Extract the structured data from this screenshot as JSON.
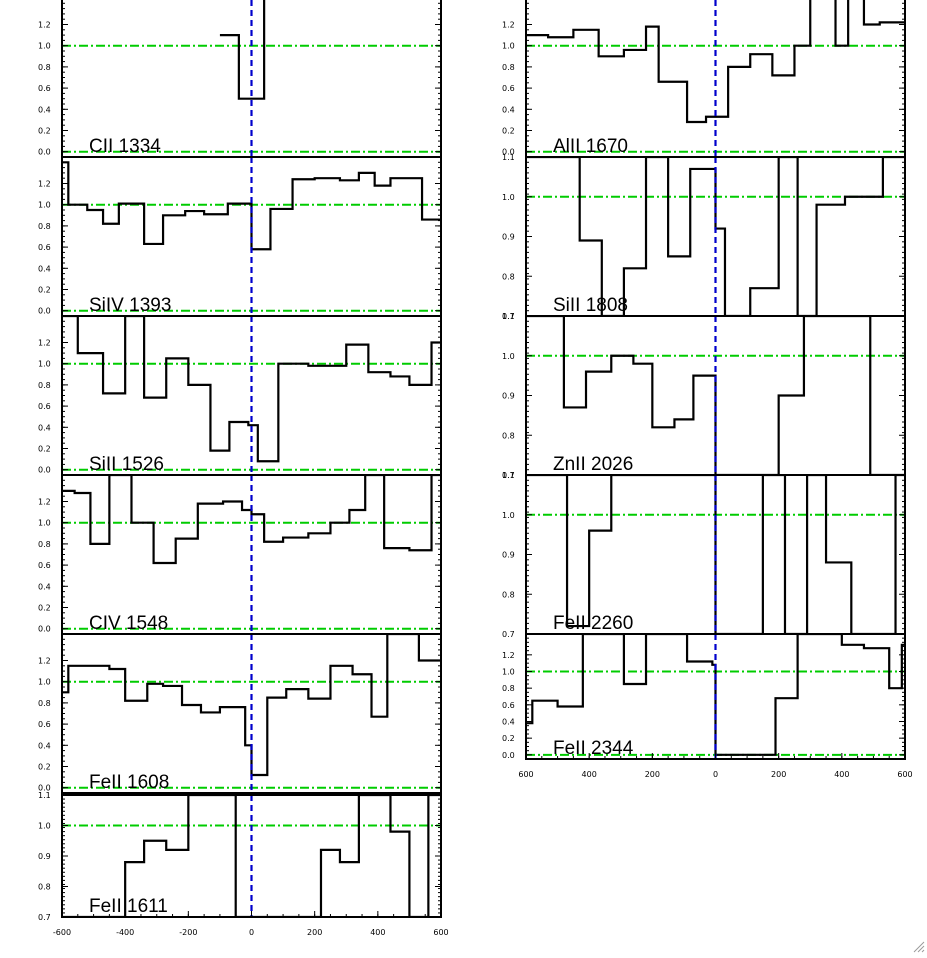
{
  "chart_data": [
    {
      "type": "line",
      "label": "CII 1334",
      "xlim": [
        -600,
        600
      ],
      "ylim": [
        -0.05,
        1.45
      ],
      "yticks": [
        "0.0",
        "0.2",
        "0.4",
        "0.6",
        "0.8",
        "1.0",
        "1.2"
      ],
      "xticks": [],
      "step_x": [
        -600,
        -500,
        -400,
        -300,
        -200,
        -100,
        -40,
        0,
        40,
        100,
        600
      ],
      "step_y": [
        null,
        null,
        null,
        null,
        null,
        1.1,
        0.5,
        0.5,
        1.6,
        null,
        null
      ]
    },
    {
      "type": "line",
      "label": "SiIV 1393",
      "xlim": [
        -600,
        600
      ],
      "ylim": [
        -0.05,
        1.45
      ],
      "yticks": [
        "0.0",
        "0.2",
        "0.4",
        "0.6",
        "0.8",
        "1.0",
        "1.2"
      ],
      "xticks": [],
      "step_x": [
        -600,
        -580,
        -520,
        -470,
        -420,
        -340,
        -280,
        -210,
        -150,
        -75,
        0,
        60,
        130,
        200,
        280,
        340,
        390,
        440,
        540,
        570,
        600
      ],
      "step_y": [
        1.4,
        1.0,
        0.95,
        0.82,
        1.01,
        0.63,
        0.9,
        0.94,
        0.91,
        1.01,
        0.58,
        0.96,
        1.24,
        1.25,
        1.23,
        1.3,
        1.18,
        1.25,
        0.86,
        0.86
      ]
    },
    {
      "type": "line",
      "label": "SiII 1526",
      "xlim": [
        -600,
        600
      ],
      "ylim": [
        -0.05,
        1.45
      ],
      "yticks": [
        "0.0",
        "0.2",
        "0.4",
        "0.6",
        "0.8",
        "1.0",
        "1.2"
      ],
      "xticks": [],
      "step_x": [
        -600,
        -550,
        -470,
        -400,
        -340,
        -270,
        -200,
        -130,
        -70,
        -10,
        20,
        85,
        110,
        180,
        300,
        370,
        440,
        500,
        570,
        600
      ],
      "step_y": [
        1.45,
        1.1,
        0.72,
        1.45,
        0.68,
        1.05,
        0.8,
        0.18,
        0.45,
        0.42,
        0.08,
        1.0,
        1.0,
        0.98,
        1.18,
        0.92,
        0.88,
        0.8,
        1.2
      ]
    },
    {
      "type": "line",
      "label": "CIV 1548",
      "xlim": [
        -600,
        600
      ],
      "ylim": [
        -0.05,
        1.45
      ],
      "yticks": [
        "0.0",
        "0.2",
        "0.4",
        "0.6",
        "0.8",
        "1.0",
        "1.2"
      ],
      "xticks": [],
      "step_x": [
        -600,
        -560,
        -510,
        -450,
        -380,
        -310,
        -240,
        -170,
        -90,
        -30,
        0,
        40,
        100,
        180,
        250,
        310,
        360,
        420,
        500,
        570,
        600
      ],
      "step_y": [
        1.3,
        1.28,
        0.8,
        1.45,
        1.0,
        0.62,
        0.85,
        1.18,
        1.2,
        1.12,
        1.08,
        0.82,
        0.86,
        0.9,
        1.0,
        1.12,
        1.45,
        0.76,
        0.74,
        1.45
      ]
    },
    {
      "type": "line",
      "label": "FeII 1608",
      "xlim": [
        -600,
        600
      ],
      "ylim": [
        -0.05,
        1.45
      ],
      "yticks": [
        "0.0",
        "0.2",
        "0.4",
        "0.6",
        "0.8",
        "1.0",
        "1.2"
      ],
      "xticks": [],
      "step_x": [
        -600,
        -580,
        -450,
        -400,
        -330,
        -280,
        -220,
        -160,
        -100,
        -20,
        0,
        50,
        110,
        180,
        250,
        320,
        380,
        430,
        500,
        530,
        600
      ],
      "step_y": [
        0.9,
        1.15,
        1.12,
        0.82,
        0.98,
        0.96,
        0.78,
        0.71,
        0.76,
        0.4,
        0.12,
        0.85,
        0.93,
        0.84,
        1.15,
        1.07,
        0.67,
        1.45,
        1.45,
        1.2
      ]
    },
    {
      "type": "line",
      "label": "FeII 1611",
      "xlim": [
        -600,
        600
      ],
      "ylim": [
        0.7,
        1.1
      ],
      "yticks": [
        "0.7",
        "0.8",
        "0.9",
        "1.0",
        "1.1"
      ],
      "xticks": [
        "-600",
        "-400",
        "-200",
        "0",
        "200",
        "400",
        "600"
      ],
      "step_x": [
        -600,
        -480,
        -400,
        -340,
        -270,
        -200,
        -130,
        -50,
        0,
        220,
        280,
        340,
        390,
        440,
        500,
        560,
        600
      ],
      "step_y": [
        0.7,
        0.68,
        0.88,
        0.95,
        0.92,
        1.12,
        1.12,
        0.7,
        0.7,
        0.92,
        0.88,
        1.12,
        1.12,
        0.98,
        0.68,
        1.12
      ]
    },
    {
      "type": "line",
      "label": "AlII 1670",
      "xlim": [
        -600,
        600
      ],
      "ylim": [
        -0.05,
        1.45
      ],
      "yticks": [
        "0.0",
        "0.2",
        "0.4",
        "0.6",
        "0.8",
        "1.0",
        "1.2"
      ],
      "xticks": [],
      "step_x": [
        -600,
        -530,
        -450,
        -370,
        -290,
        -220,
        -180,
        -90,
        -30,
        40,
        110,
        180,
        250,
        300,
        380,
        420,
        470,
        520,
        600
      ],
      "step_y": [
        1.1,
        1.08,
        1.15,
        0.9,
        0.96,
        1.18,
        0.66,
        0.28,
        0.33,
        0.8,
        0.92,
        0.72,
        1.0,
        1.5,
        1.0,
        1.5,
        1.2,
        1.22
      ]
    },
    {
      "type": "line",
      "label": "SiII 1808",
      "xlim": [
        -600,
        600
      ],
      "ylim": [
        0.7,
        1.1
      ],
      "yticks": [
        "0.7",
        "0.8",
        "0.9",
        "1.0",
        "1.1"
      ],
      "xticks": [],
      "step_x": [
        -600,
        -430,
        -360,
        -290,
        -220,
        -150,
        -80,
        0,
        30,
        110,
        200,
        260,
        320,
        410,
        530,
        600
      ],
      "step_y": [
        1.2,
        0.89,
        0.68,
        0.82,
        1.2,
        0.85,
        1.07,
        0.92,
        0.6,
        0.77,
        1.2,
        0.6,
        0.98,
        1.0,
        1.12
      ]
    },
    {
      "type": "line",
      "label": "ZnII 2026",
      "xlim": [
        -600,
        600
      ],
      "ylim": [
        0.7,
        1.1
      ],
      "yticks": [
        "0.7",
        "0.8",
        "0.9",
        "1.0",
        "1.1"
      ],
      "xticks": [],
      "step_x": [
        -600,
        -480,
        -410,
        -330,
        -260,
        -200,
        -130,
        -70,
        0,
        200,
        280,
        490,
        600
      ],
      "step_y": [
        1.2,
        0.87,
        0.96,
        1.0,
        0.98,
        0.82,
        0.84,
        0.95,
        0.6,
        0.9,
        1.2,
        0.6
      ]
    },
    {
      "type": "line",
      "label": "FeII 2260",
      "xlim": [
        -600,
        600
      ],
      "ylim": [
        0.7,
        1.1
      ],
      "yticks": [
        "0.7",
        "0.8",
        "0.9",
        "1.0",
        "1.1"
      ],
      "xticks": [],
      "step_x": [
        -600,
        -470,
        -400,
        -330,
        0,
        150,
        220,
        290,
        350,
        430,
        570,
        600
      ],
      "step_y": [
        1.2,
        0.72,
        0.96,
        1.2,
        0.6,
        1.2,
        0.6,
        1.2,
        0.88,
        0.6,
        1.2
      ]
    },
    {
      "type": "line",
      "label": "FeII 2344",
      "xlim": [
        -600,
        600
      ],
      "ylim": [
        -0.05,
        1.45
      ],
      "yticks": [
        "0.0",
        "0.2",
        "0.4",
        "0.6",
        "0.8",
        "1.0",
        "1.2"
      ],
      "xticks": [
        "600",
        "400",
        "200",
        "0",
        "200",
        "400",
        "600"
      ],
      "step_x": [
        -600,
        -580,
        -500,
        -420,
        -290,
        -220,
        -90,
        -10,
        0,
        120,
        190,
        260,
        400,
        470,
        550,
        590,
        600
      ],
      "step_y": [
        0.38,
        0.65,
        0.58,
        1.5,
        0.85,
        1.5,
        1.12,
        1.08,
        0.0,
        0.0,
        0.68,
        1.45,
        1.32,
        1.28,
        0.8,
        1.32
      ]
    }
  ],
  "colors": {
    "continuum": "#00cc00",
    "zero_velocity": "#0000cc",
    "trace": "#000000"
  }
}
